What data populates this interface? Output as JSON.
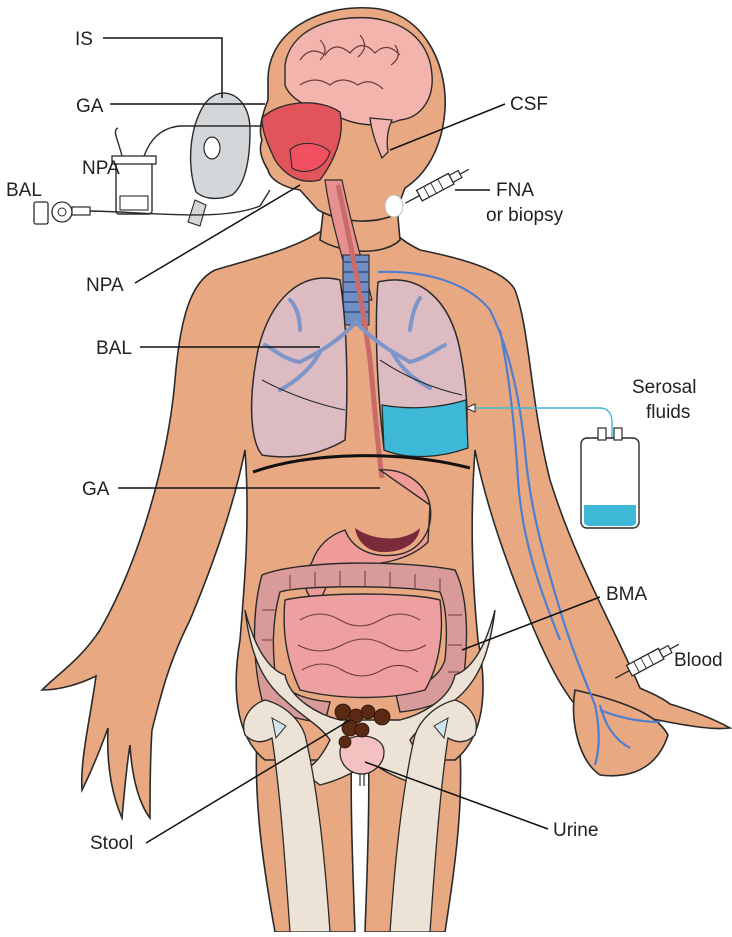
{
  "labels": {
    "is": "IS",
    "ga_top": "GA",
    "npa_top": "NPA",
    "bal_top": "BAL",
    "npa_mid": "NPA",
    "bal_mid": "BAL",
    "ga_mid": "GA",
    "csf": "CSF",
    "fna_line1": "FNA",
    "fna_line2": "or biopsy",
    "serosal_line1": "Serosal",
    "serosal_line2": "fluids",
    "bma": "BMA",
    "blood": "Blood",
    "stool": "Stool",
    "urine": "Urine"
  },
  "colors": {
    "skin": "#e8a882",
    "brain": "#f2b4ac",
    "lung": "#dcbcc2",
    "airway": "#6f8fc4",
    "pleural_fluid": "#3db8d6",
    "stomach": "#ef9c98",
    "intestine_large": "#d99a9a",
    "intestine_small": "#ee9fa0",
    "bone": "#ece3d6",
    "vein": "#4f7fd0",
    "stool": "#5a2a12",
    "nasal": "#e2545c"
  }
}
